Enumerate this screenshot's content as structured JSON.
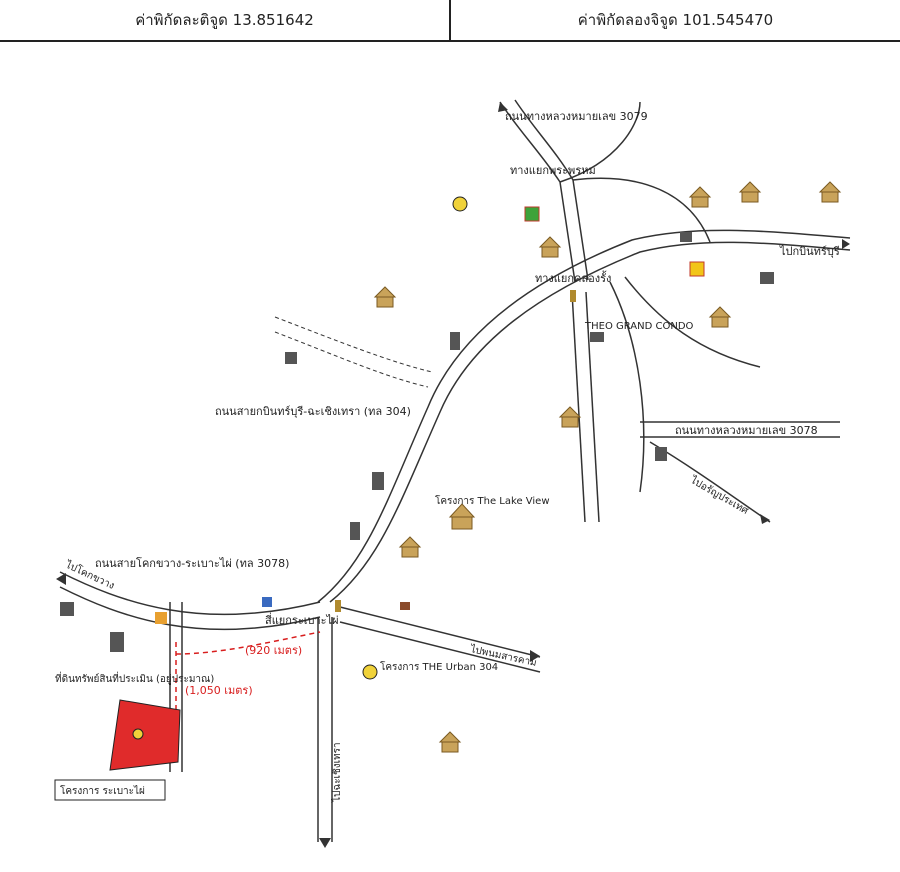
{
  "header": {
    "lat_label": "ค่าพิกัดละติจูด 13.851642",
    "lon_label": "ค่าพิกัดลองจิจูด 101.545470"
  },
  "map": {
    "labels": {
      "hwy_3079": "ถนนทางหลวงหมายเลข 3079",
      "junction_top": "ทางแยกพระพรหม",
      "to_prachinburi": "ไปกบินทร์บุรี",
      "junction_main": "ทางแยกคลองรั้ง",
      "road_304": "ถนนสายกบินทร์บุรี-ฉะเชิงเทรา (ทล 304)",
      "hwy_3078_right": "ถนนทางหลวงหมายเลข 3078",
      "road_3078_left": "ถนนสายโคกขวาง-ระเบาะไผ่ (ทล 3078)",
      "junction_bottom": "สี่แยกระเบาะไผ่",
      "dist_920": "(920 เมตร)",
      "dist_1050": "(1,050 เมตร)",
      "subject_site": "ที่ดินทรัพย์สินที่ประเมิน (อยู่ประมาณ)",
      "theo_condo": "THEO GRAND CONDO",
      "lake_view": "โครงการ The Lake View",
      "urban": "โครงการ THE Urban 304",
      "legend_bottom": "โครงการ ระเบาะไผ่",
      "to_chachoengsao": "ไปฉะเชิงเทรา",
      "to_sisophon": "ไปอรัญประเทศ",
      "to_kokkhwang": "ไปโคกขวาง",
      "to_sakaeo": "ไปพนมสารคาม"
    },
    "colors": {
      "road": "#333333",
      "distance": "#d81e1e",
      "site_fill": "#e02b2b",
      "marker": "#b08a2e"
    },
    "icons": [
      "house-icon",
      "building-icon",
      "gas-station-icon",
      "school-icon",
      "shop-icon",
      "temple-icon"
    ]
  }
}
